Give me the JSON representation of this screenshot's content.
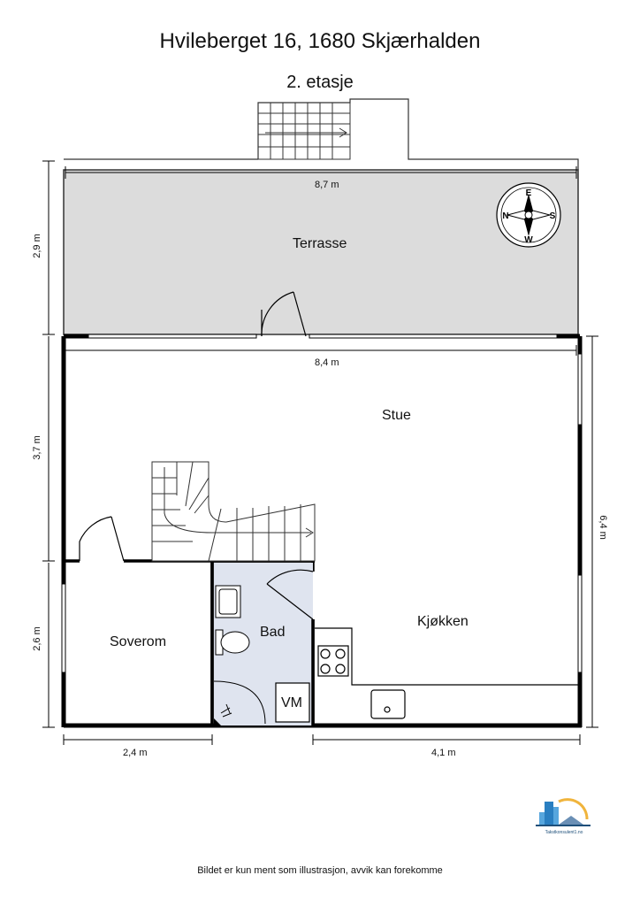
{
  "title": "Hvileberget 16, 1680 Skjærhalden",
  "subtitle": "2. etasje",
  "rooms": {
    "terrasse": "Terrasse",
    "stue": "Stue",
    "kjokken": "Kjøkken",
    "soverom": "Soverom",
    "bad": "Bad",
    "vm": "VM"
  },
  "dimensions": {
    "terrasse_width": "8,7 m",
    "terrasse_depth": "2,9 m",
    "stue_width": "8,4 m",
    "stue_depth": "3,7 m",
    "total_depth": "6,4 m",
    "soverom_depth": "2,6 m",
    "soverom_width": "2,4 m",
    "kjokken_width": "4,1 m"
  },
  "compass": {
    "n": "N",
    "e": "E",
    "s": "S",
    "w": "W"
  },
  "logo_text": "Takstkonsulent1.no",
  "footer": "Bildet er kun ment som illustrasjon, avvik kan forekomme",
  "colors": {
    "terrace_fill": "#dcdcdc",
    "bath_fill": "#dfe4ef",
    "wall": "#000000"
  }
}
